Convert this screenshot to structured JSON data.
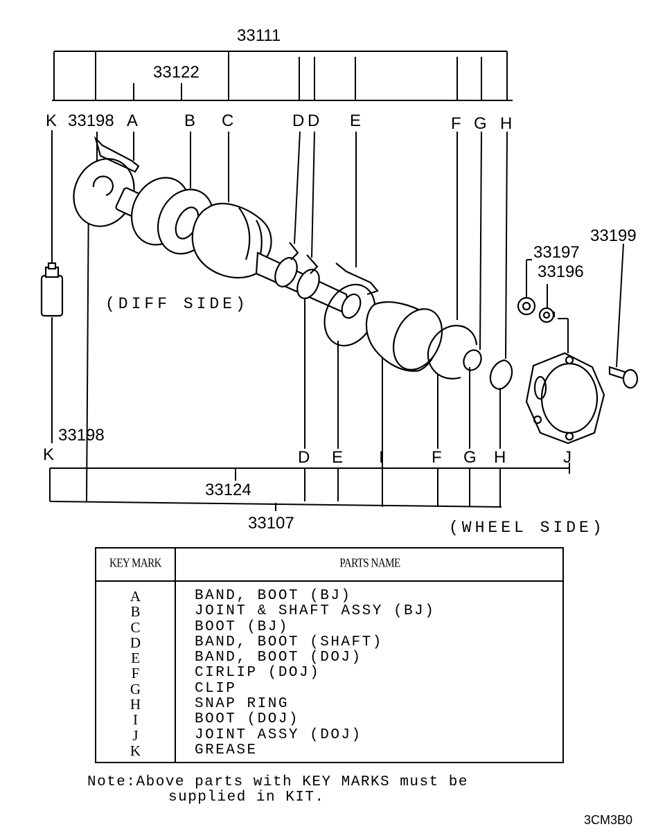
{
  "part_numbers": {
    "assy_top": "33111",
    "shaft_assy": "33122",
    "grease_top": "33198",
    "nut": "33197",
    "washer": "33196",
    "bolt": "33199",
    "grease_bottom": "33198",
    "kit_wheel": "33124",
    "assy_bottom": "33107"
  },
  "side_labels": {
    "diff": "(DIFF SIDE)",
    "wheel": "(WHEEL SIDE)"
  },
  "top_keys": [
    "K",
    "A",
    "B",
    "C",
    "D",
    "D",
    "E",
    "F",
    "G",
    "H"
  ],
  "bottom_keys": [
    "K",
    "D",
    "E",
    "I",
    "F",
    "G",
    "H",
    "J"
  ],
  "table": {
    "header_key": "KEY MARK",
    "header_name": "PARTS NAME",
    "rows": [
      {
        "key": "A",
        "name": "BAND, BOOT (BJ)"
      },
      {
        "key": "B",
        "name": "JOINT & SHAFT ASSY (BJ)"
      },
      {
        "key": "C",
        "name": "BOOT (BJ)"
      },
      {
        "key": "D",
        "name": "BAND, BOOT (SHAFT)"
      },
      {
        "key": "E",
        "name": "BAND, BOOT (DOJ)"
      },
      {
        "key": "F",
        "name": "CIRLIP (DOJ)"
      },
      {
        "key": "G",
        "name": "CLIP"
      },
      {
        "key": "H",
        "name": "SNAP RING"
      },
      {
        "key": "I",
        "name": "BOOT (DOJ)"
      },
      {
        "key": "J",
        "name": "JOINT ASSY (DOJ)"
      },
      {
        "key": "K",
        "name": "GREASE"
      }
    ]
  },
  "note_line1": "Note:Above parts with KEY MARKS must be",
  "note_line2": "supplied in KIT.",
  "ref_code": "3CM3B0"
}
